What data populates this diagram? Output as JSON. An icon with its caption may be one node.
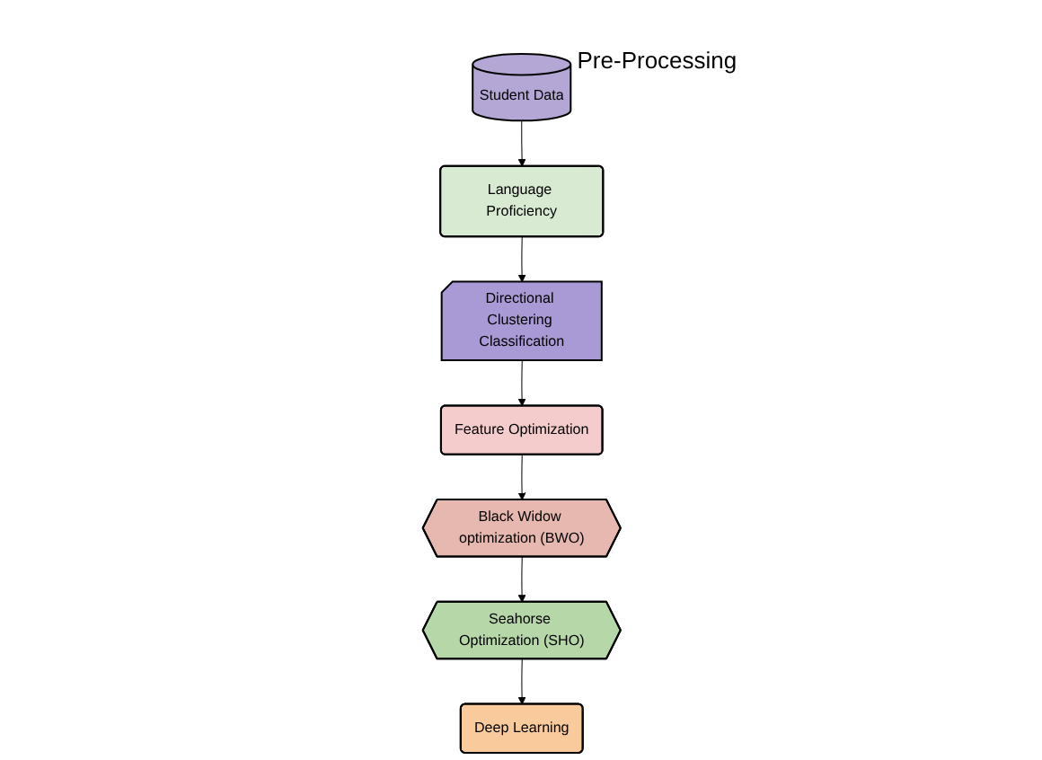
{
  "diagram": {
    "nodes": [
      {
        "text": [
          "Student Data"
        ],
        "beside": [
          "Pre-Processing"
        ]
      },
      {
        "text": [
          "Language Proficiency"
        ]
      },
      {
        "text": [
          "Directional Clustering Classification"
        ]
      },
      {
        "text": [
          "Feature Optimization"
        ]
      },
      {
        "text": [
          "Black Widow optimization (BWO)"
        ]
      },
      {
        "text": [
          "Seahorse Optimization (SHO)"
        ]
      },
      {
        "text": [
          "Deep Learning"
        ]
      }
    ],
    "edges": [
      {
        "from": 0,
        "to": 1,
        "arrow": "to"
      },
      {
        "from": 1,
        "to": 2,
        "arrow": "to"
      },
      {
        "from": 2,
        "to": 3,
        "arrow": "to"
      },
      {
        "from": 3,
        "to": 4,
        "arrow": "to"
      },
      {
        "from": 4,
        "to": 5,
        "arrow": "to"
      },
      {
        "from": 5,
        "to": 6,
        "arrow": "to"
      }
    ]
  }
}
